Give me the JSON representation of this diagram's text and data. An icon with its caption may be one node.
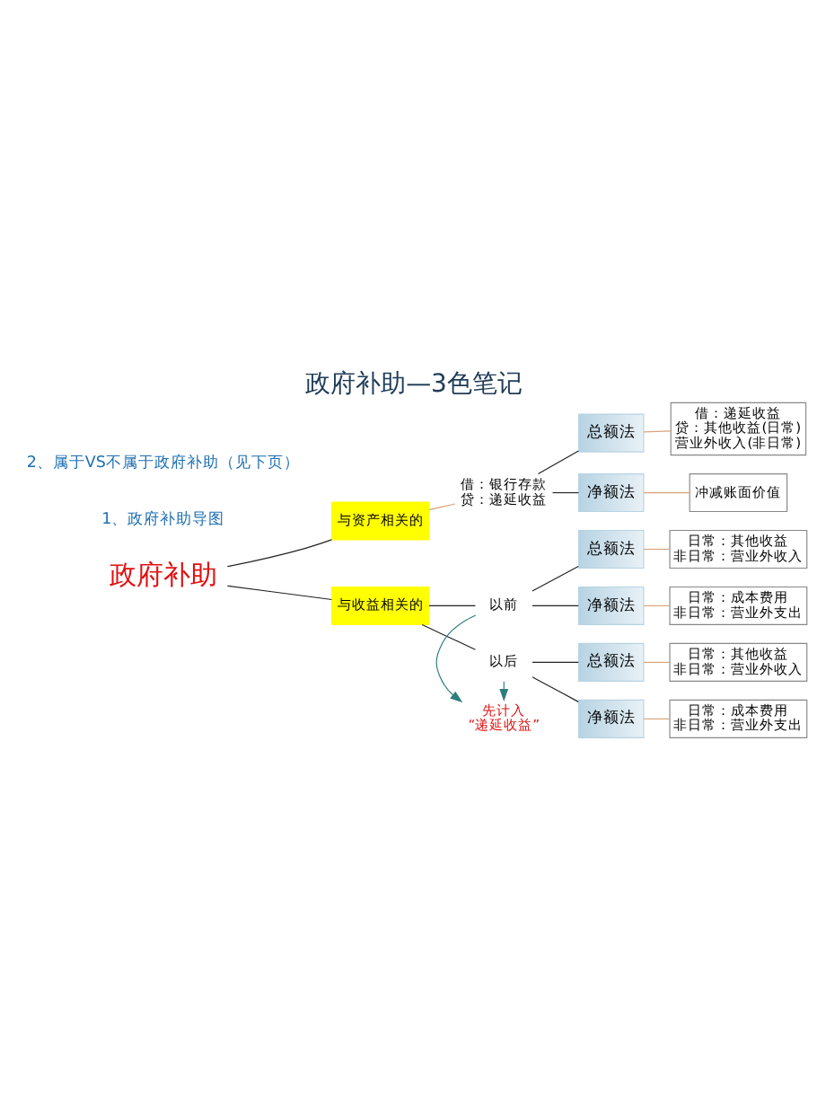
{
  "diagram": {
    "title": "政府补助—3色笔记",
    "nodes": [
      {
        "text": [
          "政府补助"
        ]
      },
      {
        "text": [
          "与资产相关的"
        ]
      },
      {
        "text": [
          "借：银行存款",
          "贷：递延收益"
        ]
      },
      {
        "text": [
          "总额法"
        ]
      },
      {
        "text": [
          "借：递延收益",
          "贷：其他收益(日常)",
          "营业外收入(非日常)"
        ]
      },
      {
        "text": [
          "净额法"
        ]
      },
      {
        "text": [
          "冲减账面价值"
        ]
      },
      {
        "text": [
          "与收益相关的"
        ]
      },
      {
        "text": [
          "以前"
        ]
      },
      {
        "text": [
          "总额法"
        ]
      },
      {
        "text": [
          "日常：其他收益",
          "非日常：营业外收入"
        ]
      },
      {
        "text": [
          "净额法"
        ]
      },
      {
        "text": [
          "日常：成本费用",
          "非日常：营业外支出"
        ]
      },
      {
        "text": [
          "先计入",
          "“递延收益”"
        ]
      },
      {
        "text": [
          "以后"
        ]
      },
      {
        "text": [
          "总额法"
        ]
      },
      {
        "text": [
          "日常：其他收益",
          "非日常：营业外收入"
        ]
      },
      {
        "text": [
          "净额法"
        ]
      },
      {
        "text": [
          "日常：成本费用",
          "非日常：营业外支出"
        ]
      }
    ],
    "edges": [
      {
        "from": 0,
        "to": 1,
        "arrow": "none"
      },
      {
        "from": 0,
        "to": 7,
        "arrow": "none"
      },
      {
        "from": 1,
        "to": 2,
        "arrow": "none",
        "color": "#d9a27a"
      },
      {
        "from": 2,
        "to": 3,
        "arrow": "none"
      },
      {
        "from": 2,
        "to": 5,
        "arrow": "none"
      },
      {
        "from": 3,
        "to": 4,
        "arrow": "none",
        "color": "#d9a27a"
      },
      {
        "from": 5,
        "to": 6,
        "arrow": "none",
        "color": "#d9a27a"
      },
      {
        "from": 7,
        "to": 8,
        "arrow": "none"
      },
      {
        "from": 7,
        "to": 14,
        "arrow": "none"
      },
      {
        "from": 8,
        "to": 9,
        "arrow": "none"
      },
      {
        "from": 8,
        "to": 11,
        "arrow": "none"
      },
      {
        "from": 9,
        "to": 10,
        "arrow": "none",
        "color": "#d9a27a"
      },
      {
        "from": 11,
        "to": 12,
        "arrow": "none",
        "color": "#d9a27a"
      },
      {
        "from": 8,
        "to": 13,
        "arrow": "to",
        "color": "#2e7d7d"
      },
      {
        "from": 14,
        "to": 13,
        "arrow": "to",
        "color": "#2e7d7d"
      },
      {
        "from": 14,
        "to": 15,
        "arrow": "none"
      },
      {
        "from": 14,
        "to": 17,
        "arrow": "none"
      },
      {
        "from": 15,
        "to": 16,
        "arrow": "none",
        "color": "#d9a27a"
      },
      {
        "from": 17,
        "to": 18,
        "arrow": "none",
        "color": "#d9a27a"
      }
    ],
    "labels": [
      "1、政府补助导图",
      "2、属于VS不属于政府补助（见下页）"
    ]
  }
}
